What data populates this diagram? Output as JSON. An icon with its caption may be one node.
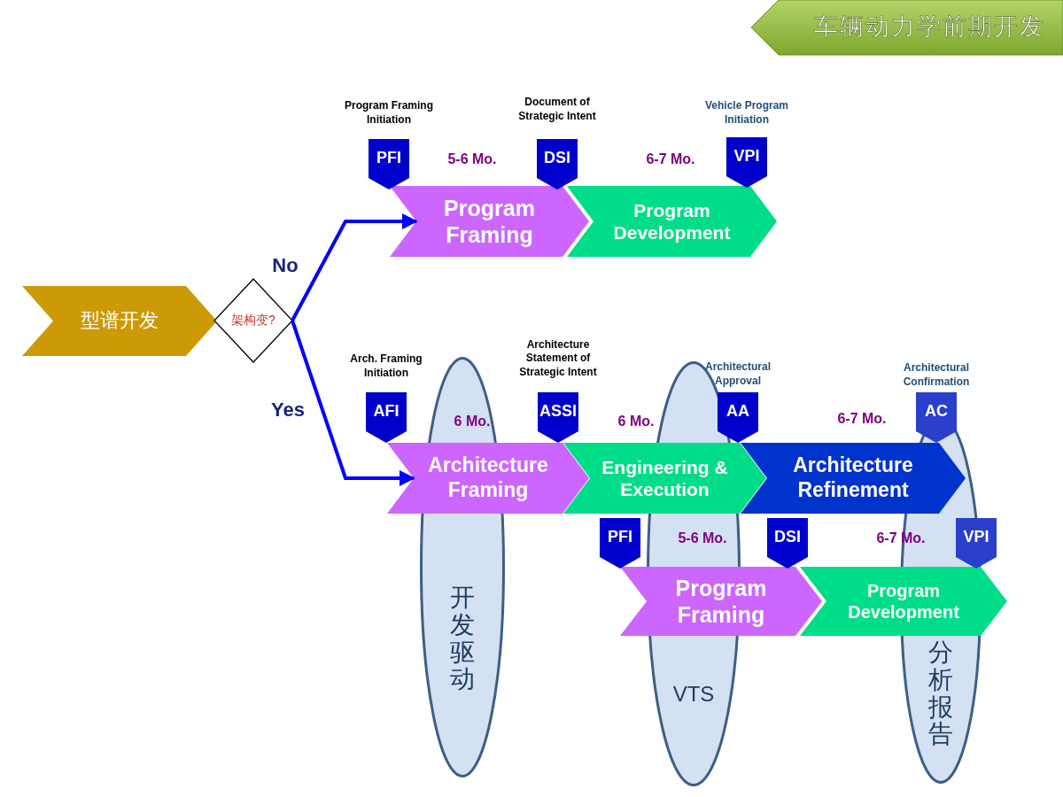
{
  "diagram": {
    "nodes": [
      {
        "text": [
          "车辆动力学前期开发"
        ]
      },
      {
        "text": [
          "型谱开发"
        ]
      },
      {
        "text": [
          "架构变?"
        ]
      },
      {
        "text": [
          "Program Framing Initiation",
          "PFI"
        ]
      },
      {
        "text": [
          "Document of Strategic Intent",
          "DSI"
        ]
      },
      {
        "text": [
          "Vehicle Program Initiation",
          "VPI"
        ]
      },
      {
        "text": [
          "Program Framing"
        ]
      },
      {
        "text": [
          "Program Development"
        ]
      },
      {
        "text": [
          "Arch. Framing Initiation",
          "AFI"
        ]
      },
      {
        "text": [
          "Architecture Statement of Strategic Intent",
          "ASSI"
        ]
      },
      {
        "text": [
          "Architectural Approval",
          "AA"
        ]
      },
      {
        "text": [
          "Architectural Confirmation",
          "AC"
        ]
      },
      {
        "text": [
          "Architecture Framing"
        ]
      },
      {
        "text": [
          "Engineering & Execution"
        ]
      },
      {
        "text": [
          "Architecture Refinement"
        ]
      },
      {
        "text": [
          "PFI"
        ]
      },
      {
        "text": [
          "DSI"
        ]
      },
      {
        "text": [
          "VPI"
        ]
      },
      {
        "text": [
          "Program Framing"
        ]
      },
      {
        "text": [
          "Program Development"
        ]
      },
      {
        "text": [
          "开发驱动"
        ]
      },
      {
        "text": [
          "VTS"
        ]
      },
      {
        "text": [
          "分析报告"
        ]
      }
    ],
    "edges": [
      {
        "from": 2,
        "to": 6,
        "arrow": "to",
        "label": "No"
      },
      {
        "from": 2,
        "to": 12,
        "arrow": "to",
        "label": "Yes"
      }
    ],
    "labels": [
      "5-6 Mo.",
      "6-7 Mo.",
      "6 Mo.",
      "6 Mo.",
      "6-7 Mo.",
      "5-6 Mo.",
      "6-7 Mo."
    ]
  }
}
